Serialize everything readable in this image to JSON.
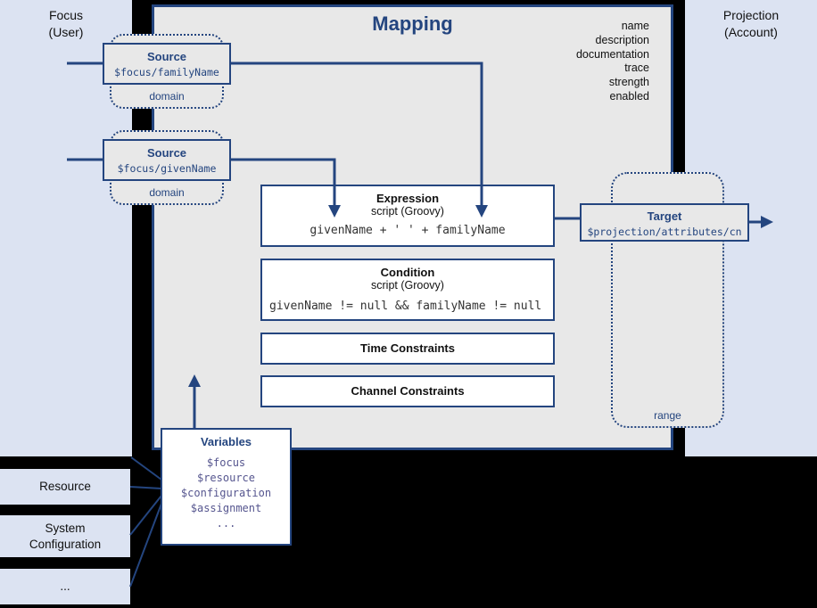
{
  "colors": {
    "bg": "#000000",
    "navy": "#24457f",
    "panel": "#dce3f2",
    "gray": "#e8e8e8",
    "ink": "#111111",
    "code": "#333333",
    "codevar": "#56568f"
  },
  "panels": {
    "focus": {
      "label": "Focus\n(User)"
    },
    "projection": {
      "label": "Projection\n(Account)"
    }
  },
  "mapping": {
    "title": "Mapping",
    "attributes": [
      "name",
      "description",
      "documentation",
      "trace",
      "strength",
      "enabled"
    ]
  },
  "sources": [
    {
      "title": "Source",
      "value": "$focus/familyName",
      "tag": "domain"
    },
    {
      "title": "Source",
      "value": "$focus/givenName",
      "tag": "domain"
    }
  ],
  "expression": {
    "title": "Expression",
    "subtitle": "script (Groovy)",
    "code": "givenName + ' ' + familyName"
  },
  "condition": {
    "title": "Condition",
    "subtitle": "script (Groovy)",
    "code": "givenName != null && familyName != null"
  },
  "constraints": {
    "time": "Time Constraints",
    "channel": "Channel Constraints"
  },
  "target": {
    "title": "Target",
    "value": "$projection/attributes/cn",
    "tag": "range"
  },
  "variables": {
    "title": "Variables",
    "items": [
      "$focus",
      "$resource",
      "$configuration",
      "$assignment",
      "..."
    ]
  },
  "external": [
    {
      "label": "Resource"
    },
    {
      "label": "System\nConfiguration"
    },
    {
      "label": "..."
    }
  ]
}
